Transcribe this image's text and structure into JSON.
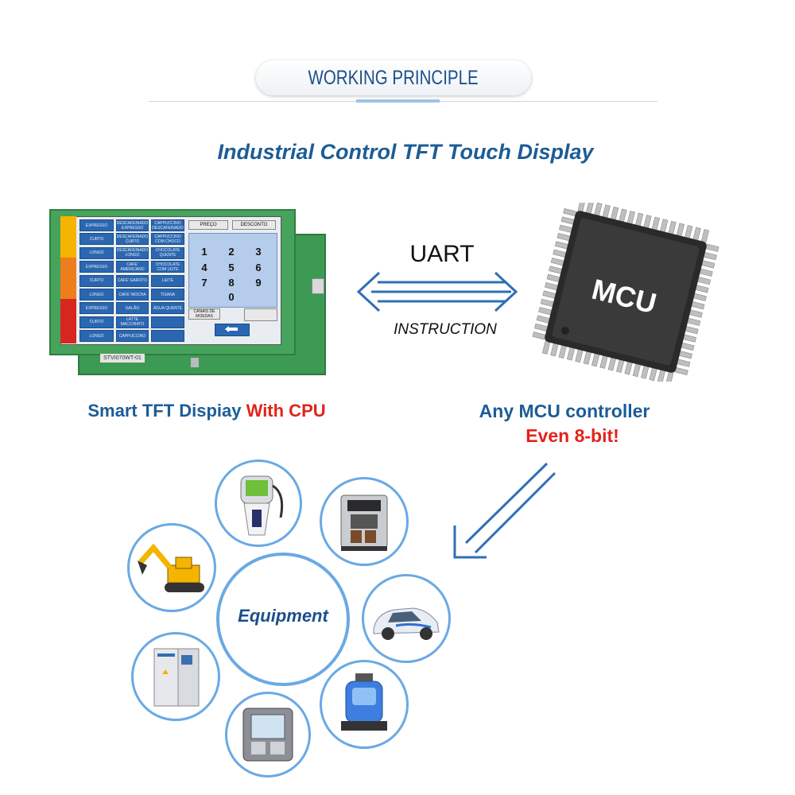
{
  "header": {
    "title": "WORKING PRINCIPLE"
  },
  "subtitle": "Industrial Control TFT Touch Display",
  "display": {
    "menu_col1": [
      "EXPRESSO",
      "CURTO",
      "LONGO",
      "EXPRESSO",
      "CURTO",
      "LONGO",
      "EXPRESSO",
      "CURTO",
      "LONGO"
    ],
    "menu_col2": [
      "DESCAFEINADO EXPRESSO",
      "DESCAFEINADO CURTO",
      "DESCAFEINADO LONGO",
      "CAFE' AMERICANO",
      "CAFE' GAROTO",
      "CAFE' MOCHA",
      "GALÃO",
      "LATTE MACCHIATO",
      "CAPPUCCINO"
    ],
    "menu_col3": [
      "CAPPUCCINO DESCAFEINADO",
      "CAPPUCCINO COM CHOCO",
      "CHOCOLATE QUENTE",
      "CHOCOLATE COM LEITE",
      "LEITE",
      "TISANA",
      "ÁGUA QUENTE",
      "",
      ""
    ],
    "price_label": "PREÇO",
    "discount_label": "DESCONTO",
    "keys": [
      "1",
      "2",
      "3",
      "4",
      "5",
      "6",
      "7",
      "8",
      "9",
      "0"
    ],
    "coin_label": "CANAIS DE MOEDAS",
    "model_label": "STVI070WT-01"
  },
  "protocol": {
    "name": "UART",
    "sublabel": "INSTRUCTION"
  },
  "chip": {
    "label": "MCU"
  },
  "captions": {
    "left_main": "Smart TFT Dispiay ",
    "left_highlight": "With CPU",
    "right_main": "Any MCU controller",
    "right_highlight": "Even 8-bit!"
  },
  "equipment": {
    "label": "Equipment"
  },
  "colors": {
    "brand_blue": "#1c5c96",
    "accent_red": "#e2231a",
    "circle_border": "#6aa9e4",
    "arrow_blue": "#2f6fb5"
  }
}
